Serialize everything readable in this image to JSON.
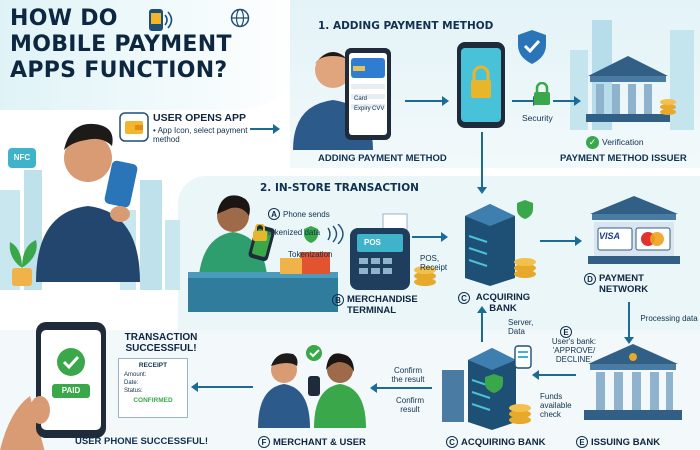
{
  "title": [
    "HOW DO",
    "MOBILE PAYMENT",
    "APPS FUNCTION?"
  ],
  "section1": {
    "heading": "1. ADDING PAYMENT METHOD",
    "card_labels": [
      "Card",
      "Expiry",
      "CVV"
    ],
    "security_label": "Security",
    "verification_label": "Verification",
    "caption_left": "ADDING PAYMENT METHOD",
    "caption_right": "PAYMENT METHOD ISSUER"
  },
  "user_opens": {
    "title": "USER OPENS APP",
    "detail": "• App Icon, select payment method",
    "nfc": "NFC"
  },
  "section2": {
    "heading": "2. IN-STORE TRANSACTION",
    "step_a_letter": "A",
    "step_a": "Phone sends tokenized data",
    "tokenization": "Tokenization",
    "pos_screen": "POS",
    "pos_receipt": "POS, Receipt",
    "step_b_letter": "B",
    "step_b": "MERCHANDISE TERMINAL",
    "step_c_letter": "C",
    "step_c": "ACQUIRING BANK",
    "step_d_letter": "D",
    "step_d": "PAYMENT NETWORK",
    "visa": "VISA",
    "processing": "Processing data"
  },
  "section3": {
    "transaction_title": "TRANSACTION SUCCESSFUL!",
    "receipt_title": "RECEIPT",
    "receipt_rows": [
      "Amount:",
      "Date:",
      "Status:"
    ],
    "confirmed": "CONFIRMED",
    "paid": "PAID",
    "caption_phone": "USER PHONE SUCCESSFUL!",
    "step_f_letter": "F",
    "step_f": "MERCHANT & USER",
    "confirm1": "Confirm the result",
    "confirm2": "Confirm result",
    "server_data": "Server, Data",
    "step_c2_letter": "C",
    "step_c2": "ACQUIRING BANK",
    "step_e_letter": "E",
    "users_bank": "User's bank: 'APPROVE/ DECLINE'",
    "funds": "Funds available check",
    "step_e2_letter": "E",
    "step_e2": "ISSUING BANK"
  },
  "colors": {
    "navy": "#10314f",
    "arrow": "#1b6b94",
    "green": "#3aa74a",
    "teal": "#3fb3c9",
    "gold": "#e7a92b"
  }
}
